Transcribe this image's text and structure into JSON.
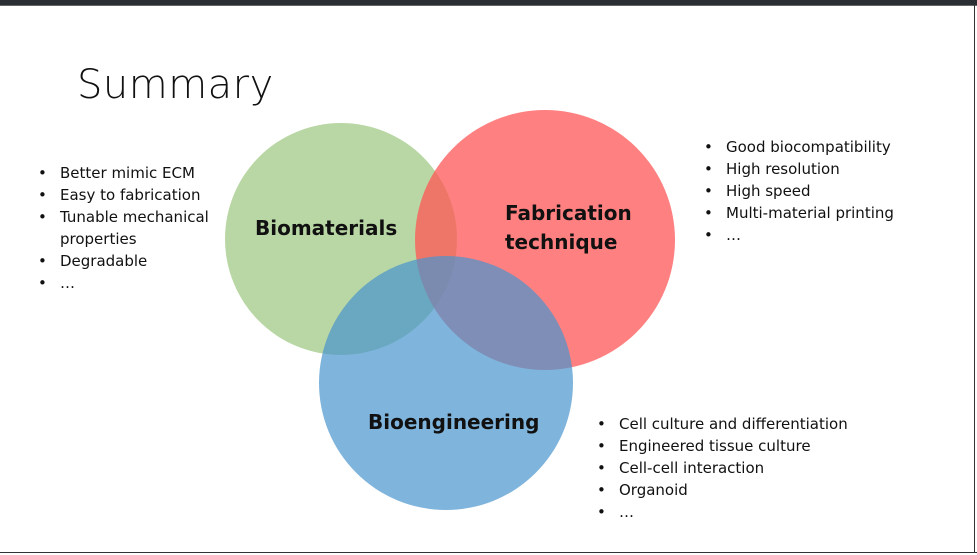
{
  "title": "Summary",
  "colors": {
    "biomaterials": "#b9d7a4",
    "fabrication": "#ff7f7f",
    "bioengineering": "#7fb4dc"
  },
  "circles": {
    "biomaterials": "Biomaterials",
    "fabrication": [
      "Fabrication",
      "technique"
    ],
    "bioengineering": "Bioengineering"
  },
  "lists": {
    "biomaterials": [
      "Better mimic ECM",
      "Easy to fabrication",
      "Tunable mechanical",
      "properties",
      "Degradable",
      "…"
    ],
    "fabrication": [
      "Good biocompatibility",
      "High resolution",
      "High speed",
      "Multi-material printing",
      "…"
    ],
    "bioengineering": [
      "Cell culture and differentiation",
      "Engineered tissue culture",
      "Cell-cell interaction",
      "Organoid",
      "…"
    ]
  }
}
